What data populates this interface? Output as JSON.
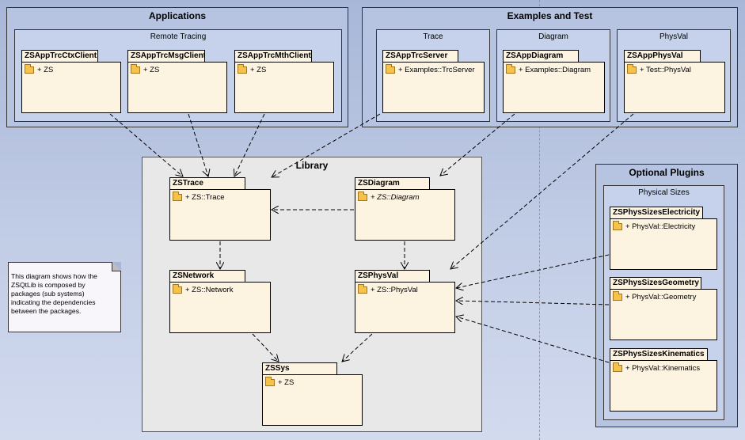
{
  "groups": {
    "applications": {
      "title": "Applications",
      "sub": "Remote Tracing"
    },
    "examples": {
      "title": "Examples and Test",
      "subs": [
        "Trace",
        "Diagram",
        "PhysVal"
      ]
    },
    "library": {
      "title": "Library"
    },
    "plugins": {
      "title": "Optional Plugins",
      "sub": "Physical Sizes"
    }
  },
  "packages": {
    "ctx": {
      "name": "ZSAppTrcCtxClient",
      "item": "+ ZS"
    },
    "msg": {
      "name": "ZSAppTrcMsgClient",
      "item": "+ ZS"
    },
    "mth": {
      "name": "ZSAppTrcMthClient",
      "item": "+ ZS"
    },
    "srv": {
      "name": "ZSAppTrcServer",
      "item": "+ Examples::TrcServer"
    },
    "diag": {
      "name": "ZSAppDiagram",
      "item": "+ Examples::Diagram"
    },
    "pval": {
      "name": "ZSAppPhysVal",
      "item": "+ Test::PhysVal"
    },
    "trace": {
      "name": "ZSTrace",
      "item": "+ ZS::Trace"
    },
    "ldiag": {
      "name": "ZSDiagram",
      "item": "+ ZS::Diagram"
    },
    "net": {
      "name": "ZSNetwork",
      "item": "+ ZS::Network"
    },
    "phys": {
      "name": "ZSPhysVal",
      "item": "+ ZS::PhysVal"
    },
    "sys": {
      "name": "ZSSys",
      "item": "+ ZS"
    },
    "elec": {
      "name": "ZSPhysSizesElectricity",
      "item": "+ PhysVal::Electricity"
    },
    "geom": {
      "name": "ZSPhysSizesGeometry",
      "item": "+ PhysVal::Geometry"
    },
    "kin": {
      "name": "ZSPhysSizesKinematics",
      "item": "+ PhysVal::Kinematics"
    }
  },
  "note": "This diagram shows how the ZSQtLib is composed by packages (sub systems) indicating the dependencies between the packages.",
  "dependencies": [
    [
      "ZSAppTrcCtxClient",
      "ZSTrace"
    ],
    [
      "ZSAppTrcMsgClient",
      "ZSTrace"
    ],
    [
      "ZSAppTrcMthClient",
      "ZSTrace"
    ],
    [
      "ZSAppTrcServer",
      "ZSTrace"
    ],
    [
      "ZSAppDiagram",
      "ZSDiagram"
    ],
    [
      "ZSAppPhysVal",
      "ZSPhysVal"
    ],
    [
      "ZSDiagram",
      "ZSTrace"
    ],
    [
      "ZSDiagram",
      "ZSPhysVal"
    ],
    [
      "ZSTrace",
      "ZSNetwork"
    ],
    [
      "ZSNetwork",
      "ZSSys"
    ],
    [
      "ZSPhysVal",
      "ZSSys"
    ],
    [
      "ZSPhysSizesElectricity",
      "ZSPhysVal"
    ],
    [
      "ZSPhysSizesGeometry",
      "ZSPhysVal"
    ],
    [
      "ZSPhysSizesKinematics",
      "ZSPhysVal"
    ]
  ]
}
